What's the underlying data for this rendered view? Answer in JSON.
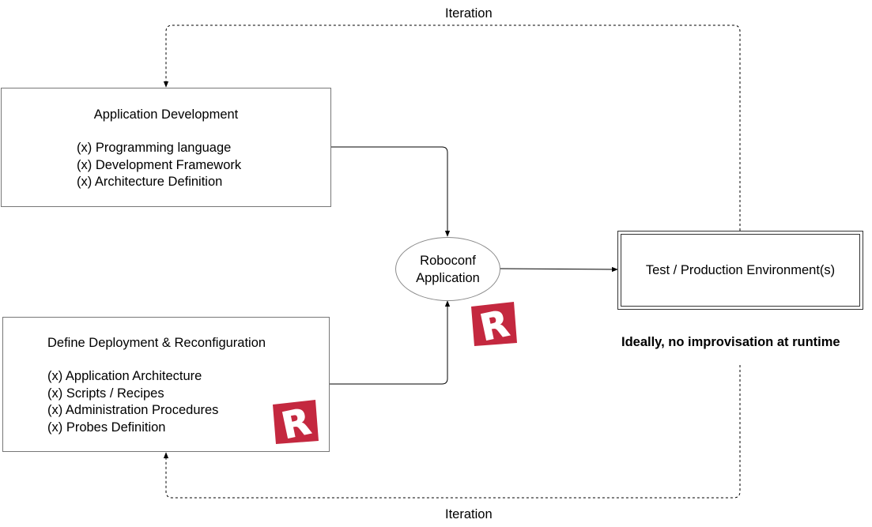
{
  "iteration_top": "Iteration",
  "iteration_bottom": "Iteration",
  "app_dev": {
    "title": "Application Development",
    "items": [
      "(x) Programming language",
      "(x) Development Framework",
      "(x) Architecture Definition"
    ]
  },
  "define_deploy": {
    "title": "Define Deployment & Reconfiguration",
    "items": [
      "(x) Application Architecture",
      "(x) Scripts / Recipes",
      "(x) Administration Procedures",
      "(x) Probes Definition"
    ]
  },
  "roboconf_app": {
    "line1": "Roboconf",
    "line2": "Application"
  },
  "environment": {
    "label": "Test / Production Environment(s)"
  },
  "note": "Ideally, no improvisation at runtime",
  "logo": {
    "letter": "R",
    "color": "#c4283f"
  }
}
